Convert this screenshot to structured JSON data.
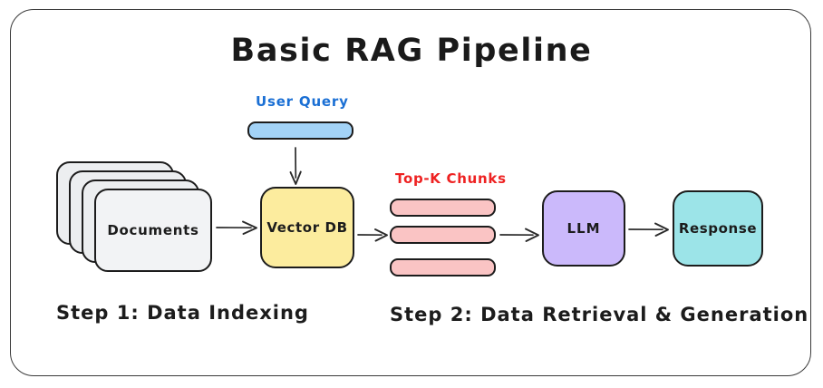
{
  "title": "Basic RAG Pipeline",
  "frame": {
    "border_color": "#3a3a3a"
  },
  "user_query": {
    "label": "User Query",
    "label_color": "#1a6fd4",
    "bar_color": "#a3d3f7"
  },
  "documents": {
    "label": "Documents",
    "card_color": "#eceef0",
    "card_count": 4
  },
  "vector_db": {
    "label": "Vector DB",
    "color": "#fcec9e"
  },
  "chunks": {
    "label": "Top-K Chunks",
    "label_color": "#ee2222",
    "bar_color": "#fac4c4",
    "bar_count": 3
  },
  "llm": {
    "label": "LLM",
    "color": "#cbb9fb"
  },
  "response": {
    "label": "Response",
    "color": "#9ce4e8"
  },
  "steps": {
    "step1": "Step 1: Data Indexing",
    "step2": "Step 2: Data Retrieval & Generation"
  },
  "arrows": {
    "docs_to_vector_db": "arrow-right-icon",
    "query_to_vector_db": "arrow-down-icon",
    "vector_db_to_chunks": "arrow-right-icon",
    "chunks_to_llm": "arrow-right-icon",
    "llm_to_response": "arrow-right-icon"
  }
}
